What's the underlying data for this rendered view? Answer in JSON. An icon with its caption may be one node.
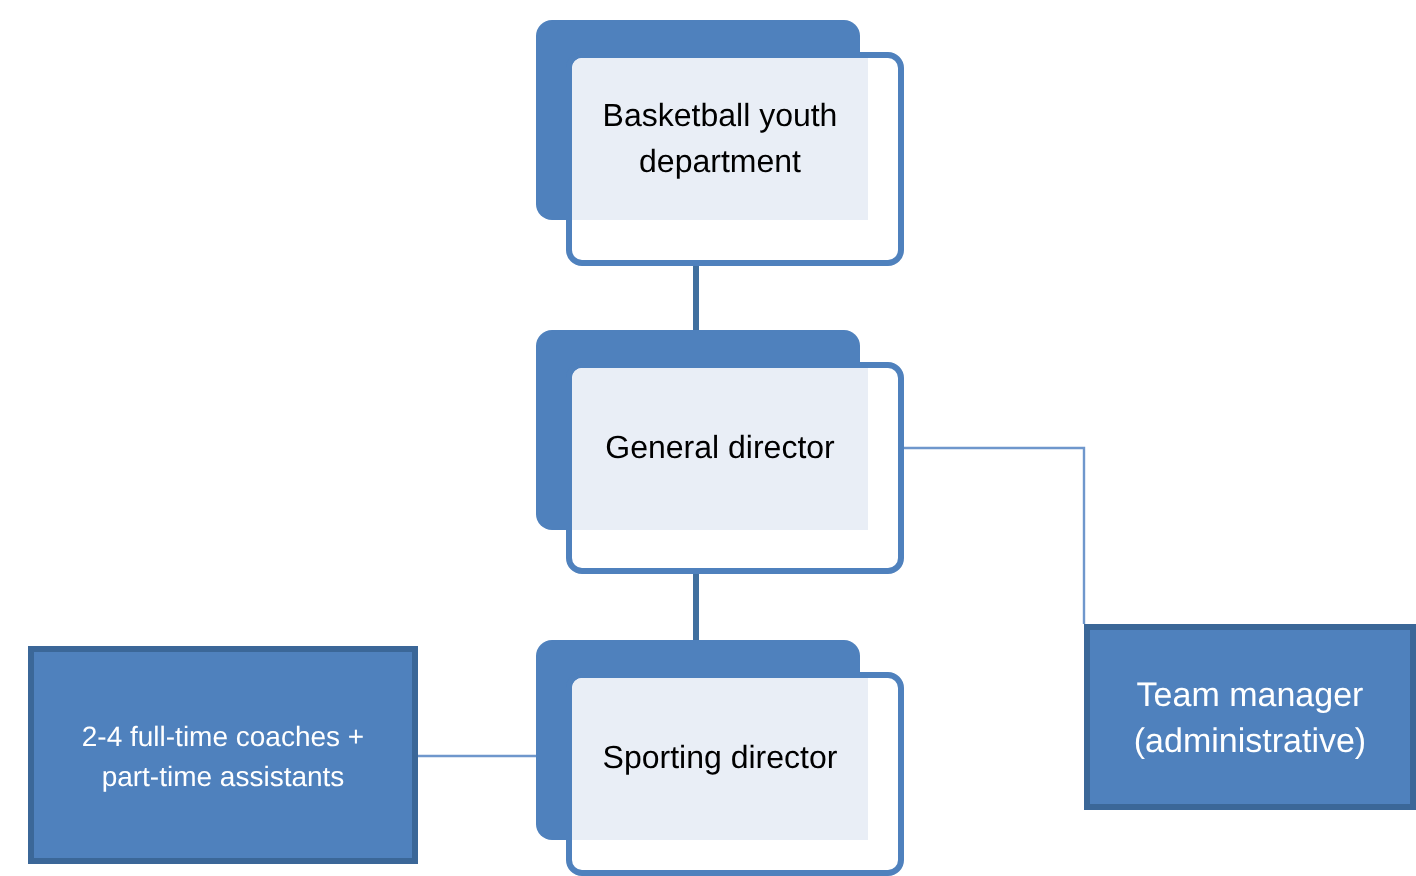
{
  "diagram": {
    "nodes": [
      {
        "text": [
          "Basketball youth department"
        ]
      },
      {
        "text": [
          "General director"
        ]
      },
      {
        "text": [
          "2-4 full-time coaches + part-time assistants"
        ]
      },
      {
        "text": [
          "Sporting director"
        ]
      },
      {
        "text": [
          "Team manager (administrative)"
        ]
      }
    ],
    "edges": [
      {
        "from": 0,
        "to": 1,
        "arrow": "none",
        "style": "thick"
      },
      {
        "from": 1,
        "to": 3,
        "arrow": "none",
        "style": "thick"
      },
      {
        "from": 2,
        "to": 3,
        "arrow": "none"
      },
      {
        "from": 1,
        "to": 4,
        "arrow": "none"
      }
    ]
  }
}
